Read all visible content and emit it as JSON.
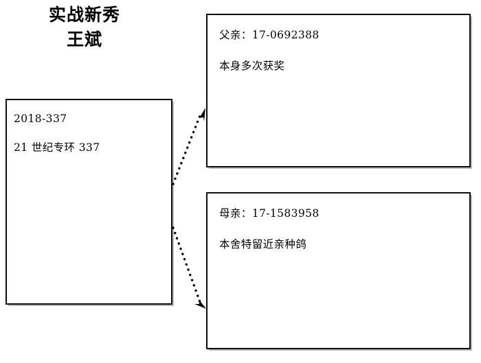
{
  "title": {
    "line1": "实战新秀",
    "line2": "王斌"
  },
  "nodes": {
    "subject": {
      "ring": "2018-337",
      "description": "21 世纪专环 337"
    },
    "father": {
      "label_ring": "父亲：17-0692388",
      "description": "本身多次获奖"
    },
    "mother": {
      "label_ring": "母亲：17-1583958",
      "description": "本舍特留近亲种鸽"
    }
  },
  "connectors": [
    {
      "name": "arrow-to-father",
      "from": "subject",
      "to": "father",
      "style": "dotted"
    },
    {
      "name": "arrow-to-mother",
      "from": "subject",
      "to": "mother",
      "style": "dotted"
    }
  ],
  "colors": {
    "border": "#0d0d0d",
    "shadow": "#b9b9b9",
    "text": "#000000",
    "background": "#ffffff"
  }
}
